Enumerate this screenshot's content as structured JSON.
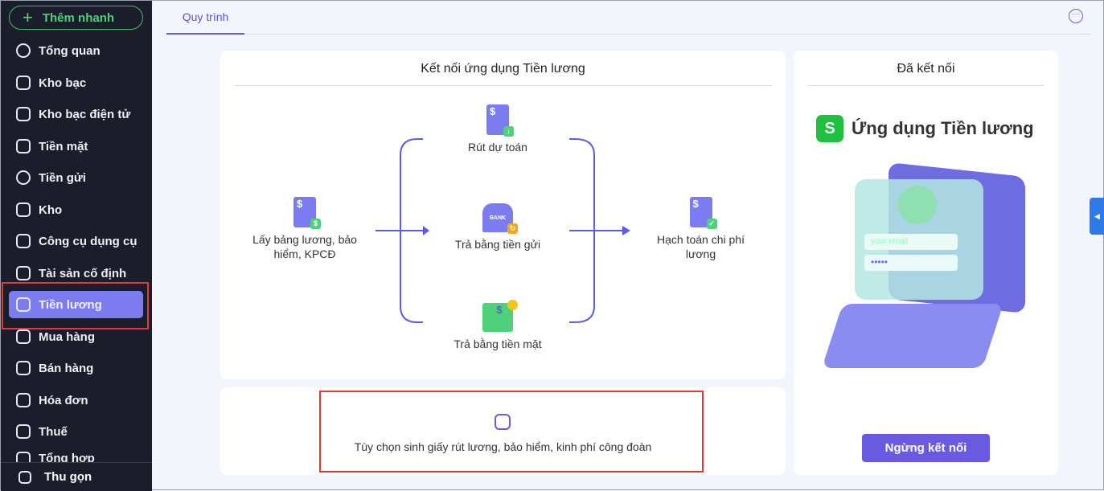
{
  "sidebar": {
    "quick_add": "Thêm nhanh",
    "items": [
      {
        "label": "Tổng quan"
      },
      {
        "label": "Kho bạc"
      },
      {
        "label": "Kho bạc điện tử"
      },
      {
        "label": "Tiền mặt"
      },
      {
        "label": "Tiền gửi"
      },
      {
        "label": "Kho"
      },
      {
        "label": "Công cụ dụng cụ"
      },
      {
        "label": "Tài sản cố định"
      },
      {
        "label": "Tiền lương"
      },
      {
        "label": "Mua hàng"
      },
      {
        "label": "Bán hàng"
      },
      {
        "label": "Hóa đơn"
      },
      {
        "label": "Thuế"
      },
      {
        "label": "Tổng hợp"
      }
    ],
    "collapse": "Thu gọn"
  },
  "tabs": {
    "active": "Quy trình"
  },
  "process": {
    "title": "Kết nối ứng dụng Tiền lương",
    "start": "Lấy bảng lương, bảo hiểm, KPCĐ",
    "middle": [
      "Rút dự toán",
      "Trả bằng tiền gửi",
      "Trả bằng tiền mặt"
    ],
    "end": "Hạch toán chi phí lương",
    "bank_sign": "BANK"
  },
  "option": {
    "label": "Tùy chọn sinh giấy rút lương, bảo hiểm, kinh phí công đoàn"
  },
  "connected": {
    "title": "Đã kết nối",
    "app_name": "Ứng dụng Tiền lương",
    "email_placeholder": "your email",
    "password_mask": "•••••",
    "disconnect": "Ngừng kết nối"
  },
  "colors": {
    "accent": "#6a5ae0",
    "sidebar": "#1c1d2b",
    "active": "#7b7cf0",
    "highlight": "#e53935"
  }
}
